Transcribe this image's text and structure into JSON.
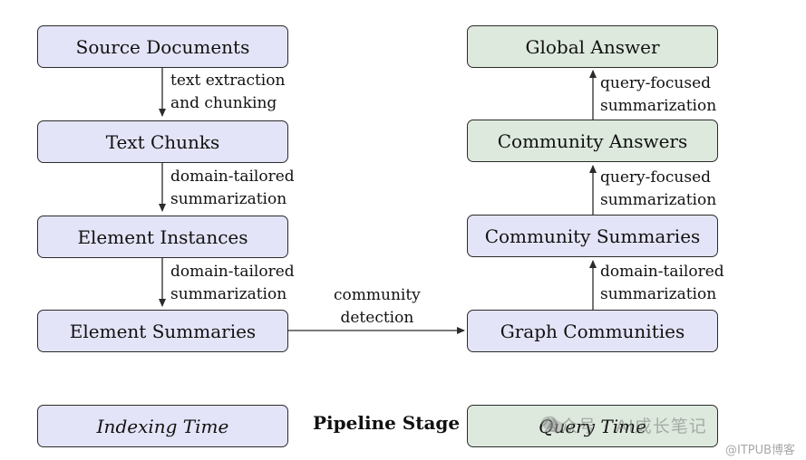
{
  "indexing": {
    "source_documents": "Source Documents",
    "text_chunks": "Text Chunks",
    "element_instances": "Element Instances",
    "element_summaries": "Element Summaries",
    "edge_1": [
      "text extraction",
      "and chunking"
    ],
    "edge_2": [
      "domain-tailored",
      "summarization"
    ],
    "edge_3": [
      "domain-tailored",
      "summarization"
    ]
  },
  "query": {
    "global_answer": "Global Answer",
    "community_answers": "Community Answers",
    "community_summaries": "Community Summaries",
    "graph_communities": "Graph Communities",
    "edge_1": [
      "domain-tailored",
      "summarization"
    ],
    "edge_2": [
      "query-focused",
      "summarization"
    ],
    "edge_3": [
      "query-focused",
      "summarization"
    ]
  },
  "cross_edge": [
    "community",
    "detection"
  ],
  "legend": {
    "indexing_time": "Indexing Time",
    "pipeline_stage": "Pipeline Stage",
    "query_time": "Query Time"
  },
  "watermark": {
    "line1": "公众号 · AI成长笔记",
    "line2": "@ITPUB博客"
  },
  "colors": {
    "indexing_fill": "#e4e4f8",
    "query_fill": "#dde9dd",
    "stroke": "#2b2b2b"
  }
}
